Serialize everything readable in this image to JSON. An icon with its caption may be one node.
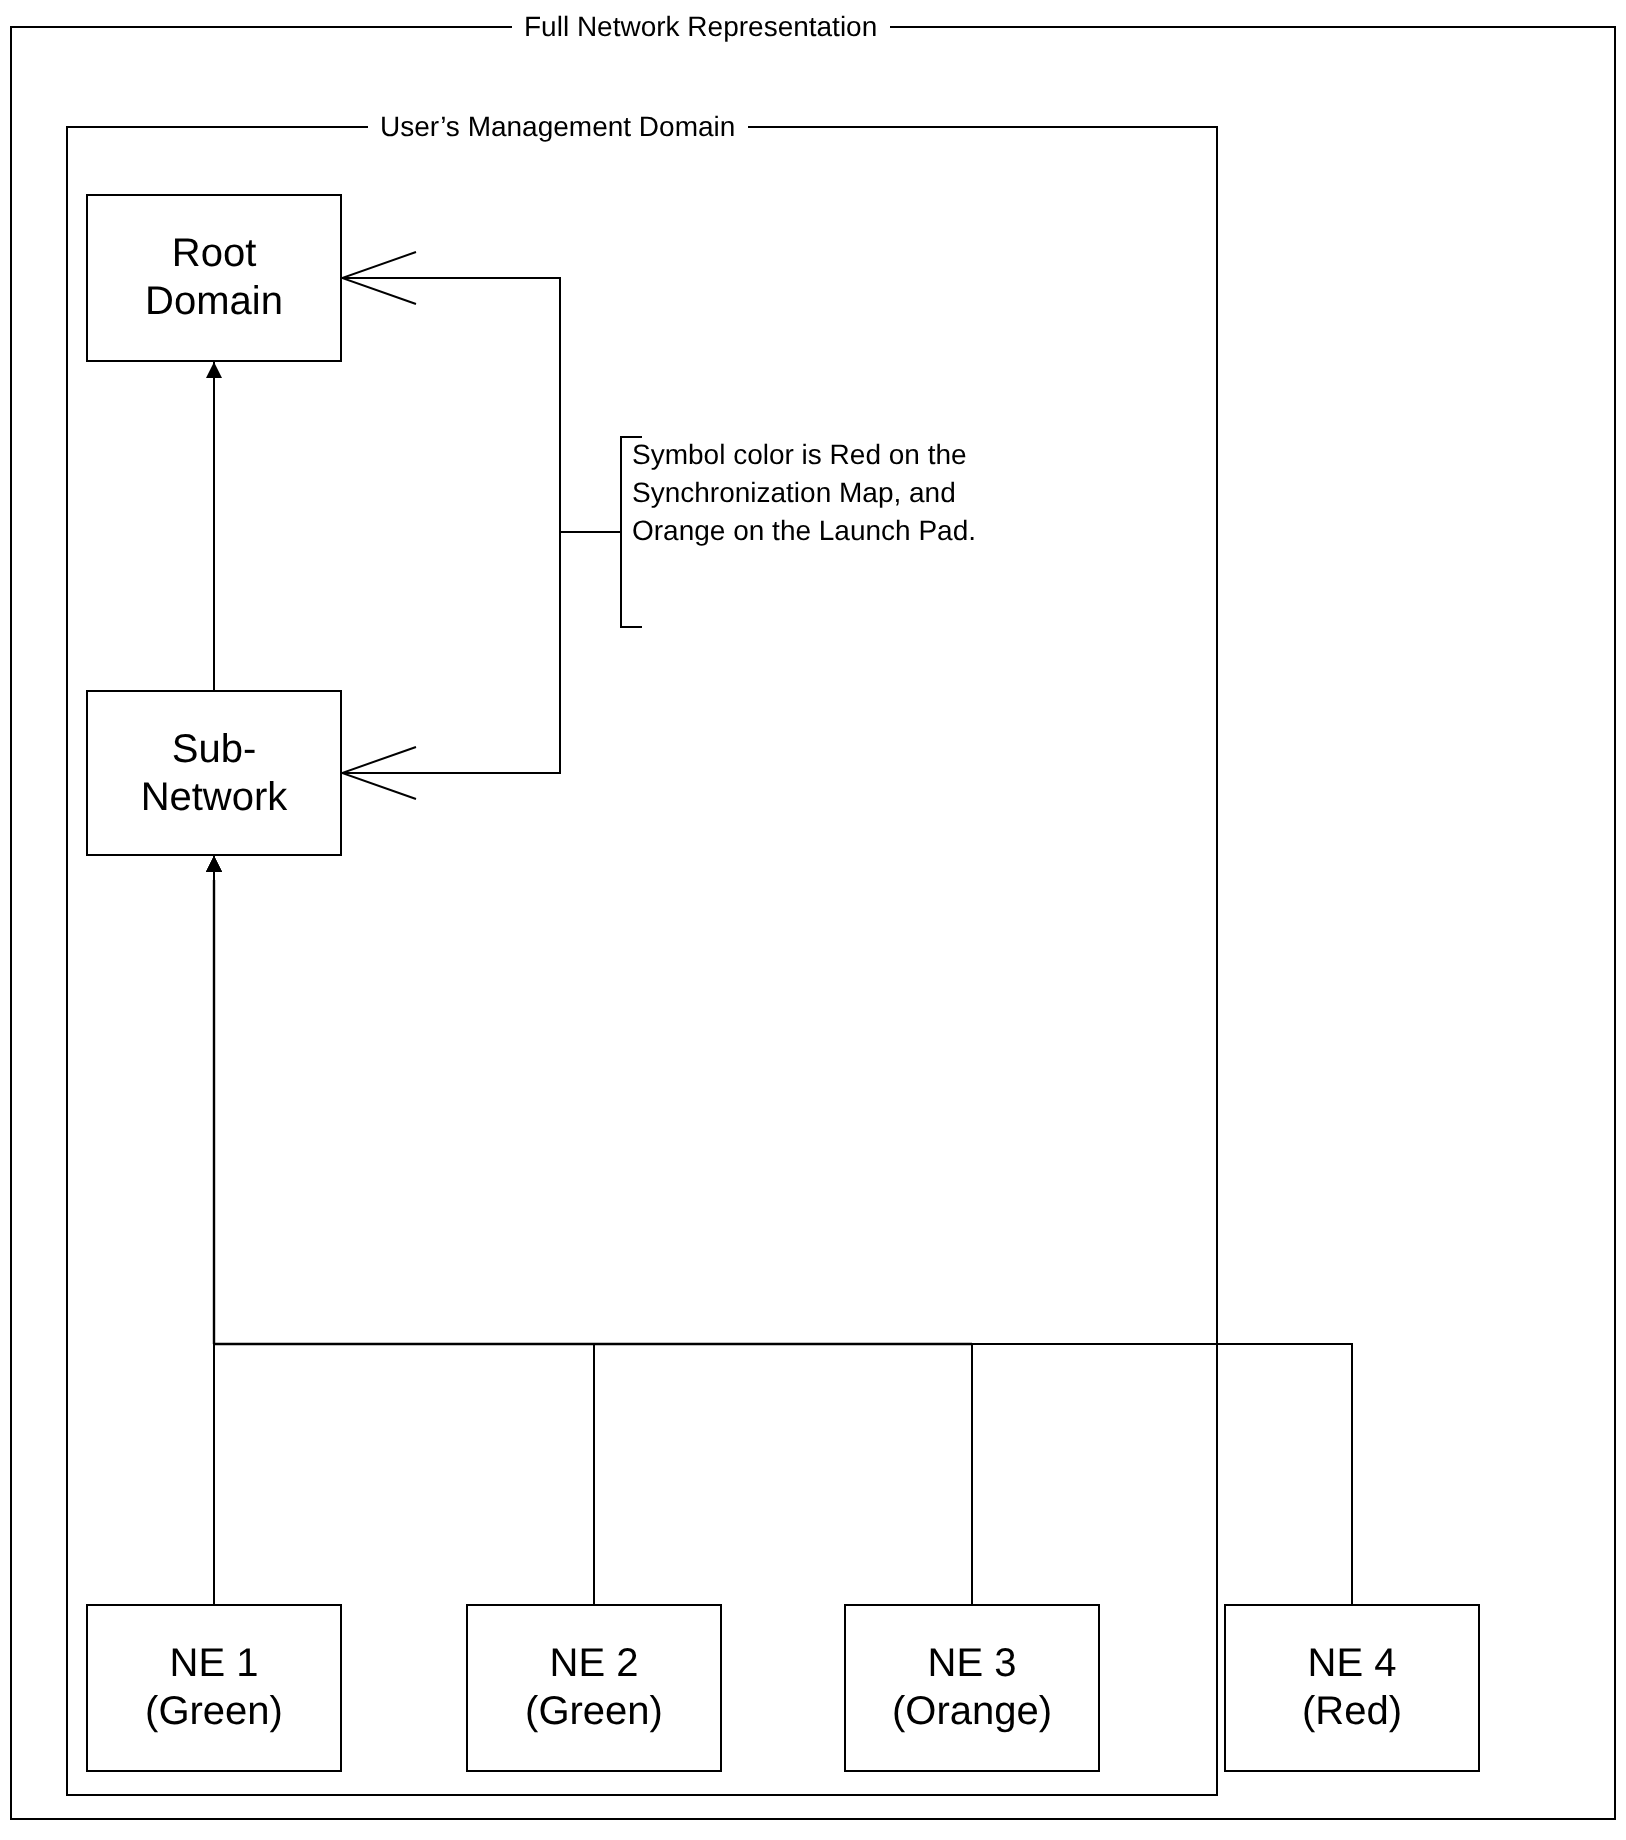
{
  "diagram": {
    "nodes": [
      {
        "text": [
          "Full Network Representation"
        ]
      },
      {
        "text": [
          "User’s Management Domain"
        ],
        "in": 0
      },
      {
        "text": [
          "Root Domain"
        ],
        "in": 1
      },
      {
        "text": [
          "Sub-Network"
        ],
        "in": 1
      },
      {
        "text": [
          "NE 1 (Green)"
        ],
        "in": 1
      },
      {
        "text": [
          "NE 2 (Green)"
        ],
        "in": 1
      },
      {
        "text": [
          "NE 3 (Orange)"
        ],
        "in": 1
      },
      {
        "text": [
          "NE 4 (Red)"
        ],
        "in": 0
      },
      {
        "text": [
          "Symbol color is Red on the Synchronization Map, and Orange on the Launch Pad."
        ],
        "in": 1
      }
    ],
    "edges": [
      {
        "from": 3,
        "to": 2,
        "arrow": "to"
      },
      {
        "from": 4,
        "to": 3,
        "arrow": "to"
      },
      {
        "from": 5,
        "to": 3,
        "arrow": "to"
      },
      {
        "from": 6,
        "to": 3,
        "arrow": "to"
      },
      {
        "from": 7,
        "to": 3,
        "arrow": "to"
      },
      {
        "from": 8,
        "to": 2,
        "arrow": "to"
      },
      {
        "from": 8,
        "to": 3,
        "arrow": "to"
      }
    ]
  }
}
